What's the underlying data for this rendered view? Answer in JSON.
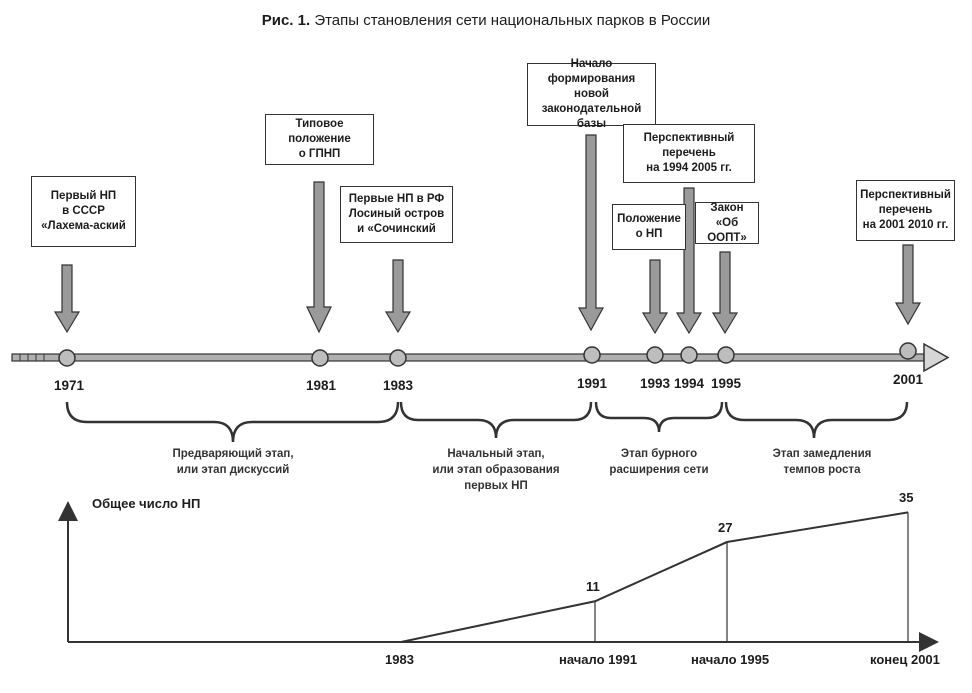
{
  "title": {
    "prefix": "Рис. 1.",
    "text": "Этапы становления сети национальных парков в России"
  },
  "events": [
    {
      "id": "first-np-ussr",
      "text": "Первый НП\nв СССР\n«Лахема-аский"
    },
    {
      "id": "typical-regulation",
      "text": "Типовое положение\nо ГПНП"
    },
    {
      "id": "first-np-rf",
      "text": "Первые НП в РФ\nЛосиный остров\nи «Сочинский"
    },
    {
      "id": "new-legal-base",
      "text": "Начало формирования\nновой\nзаконодательной базы"
    },
    {
      "id": "prospective-list-1994",
      "text": "Перспективный перечень\nна 1994  2005 гг."
    },
    {
      "id": "regulation-np",
      "text": "Положение\nо НП"
    },
    {
      "id": "law-oopt",
      "text": "Закон\n«Об ООПТ»"
    },
    {
      "id": "prospective-list-2001",
      "text": "Перспективный\nперечень\nна 2001  2010 гг."
    }
  ],
  "years": [
    "1971",
    "1981",
    "1983",
    "1991",
    "1993",
    "1994",
    "1995",
    "2001"
  ],
  "stages": [
    "Предваряющий этап,\nили этап дискуссий",
    "Начальный этап,\nили этап образования\nпервых НП",
    "Этап бурного\nрасширения сети",
    "Этап замедления\nтемпов роста"
  ],
  "chart_data": {
    "type": "line",
    "ylabel": "Общее число НП",
    "x": [
      "1983",
      "начало 1991",
      "начало 1995",
      "конец 2001"
    ],
    "y": [
      0,
      11,
      27,
      35
    ],
    "data_labels": [
      "",
      "11",
      "27",
      "35"
    ]
  },
  "colors": {
    "line": "#333333",
    "arrow_fill": "#9a9a9a",
    "timeline_fill": "#b0b0b0"
  }
}
